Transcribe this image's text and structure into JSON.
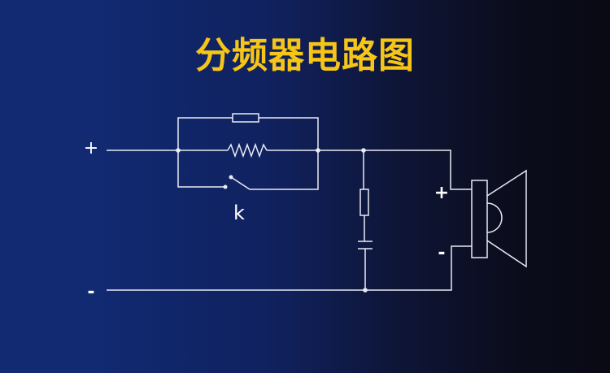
{
  "title": "分频器电路图",
  "colors": {
    "title": "#f5c518",
    "wire": "#e8ecf4",
    "background_left": "#112a72",
    "background_right": "#0a0a14"
  },
  "labels": {
    "input_positive": "+",
    "input_negative": "-",
    "switch": "k",
    "speaker_positive": "+",
    "speaker_negative": "-"
  },
  "components": [
    {
      "type": "fixed-resistor",
      "location": "top parallel branch"
    },
    {
      "type": "zigzag-resistor",
      "location": "middle parallel branch"
    },
    {
      "type": "switch",
      "label": "k",
      "location": "bottom parallel branch"
    },
    {
      "type": "fixed-resistor",
      "location": "shunt branch"
    },
    {
      "type": "capacitor",
      "location": "shunt branch"
    },
    {
      "type": "speaker",
      "location": "output"
    }
  ]
}
